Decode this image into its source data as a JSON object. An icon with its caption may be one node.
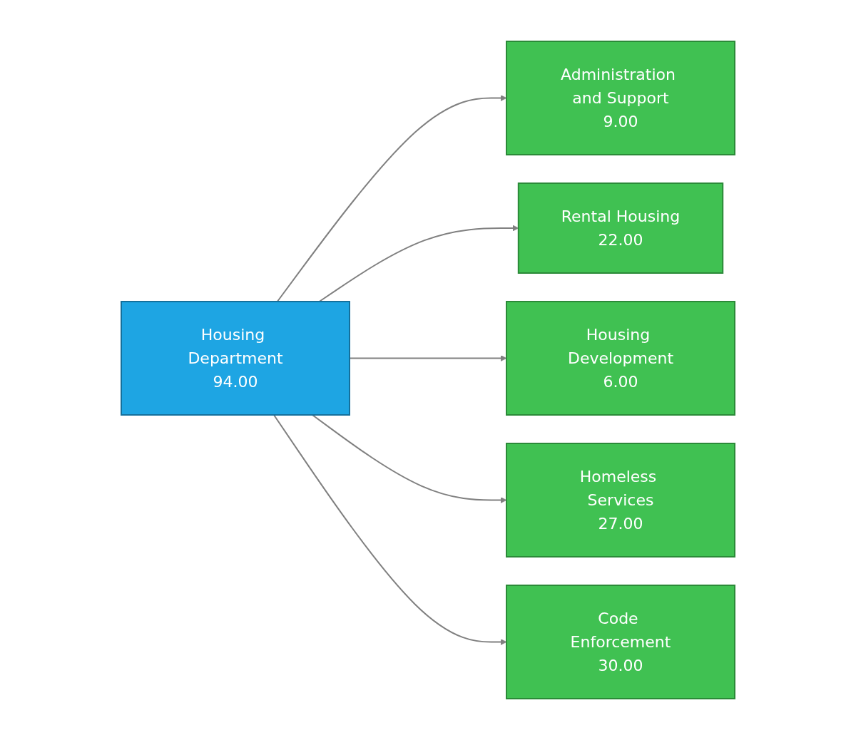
{
  "diagram": {
    "nodes": [
      {
        "text": [
          "Housing Department",
          "94.00"
        ]
      },
      {
        "text": [
          "Administration and Support",
          "9.00"
        ]
      },
      {
        "text": [
          "Rental Housing",
          "22.00"
        ]
      },
      {
        "text": [
          "Housing Development",
          "6.00"
        ]
      },
      {
        "text": [
          "Homeless Services",
          "27.00"
        ]
      },
      {
        "text": [
          "Code Enforcement",
          "30.00"
        ]
      }
    ],
    "edges": [
      {
        "from": 0,
        "to": 1,
        "arrow": "to"
      },
      {
        "from": 0,
        "to": 2,
        "arrow": "to"
      },
      {
        "from": 0,
        "to": 3,
        "arrow": "to"
      },
      {
        "from": 0,
        "to": 4,
        "arrow": "to"
      },
      {
        "from": 0,
        "to": 5,
        "arrow": "to"
      }
    ]
  }
}
